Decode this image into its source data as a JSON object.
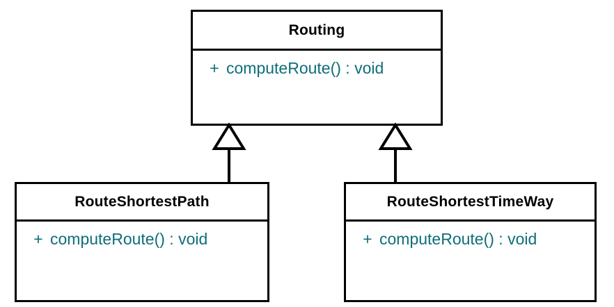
{
  "diagram": {
    "type": "uml-class-diagram",
    "background_color": "#ffffff",
    "border_color": "#000000",
    "member_text_color": "#0e6e78",
    "class_name_color": "#000000",
    "classes": [
      {
        "id": "routing",
        "name": "Routing",
        "role": "parent",
        "members": [
          {
            "visibility": "+",
            "signature": "computeRoute() : void"
          }
        ]
      },
      {
        "id": "routeshortestpath",
        "name": "RouteShortestPath",
        "role": "child",
        "members": [
          {
            "visibility": "+",
            "signature": "computeRoute() : void"
          }
        ]
      },
      {
        "id": "routeshortesttimeway",
        "name": "RouteShortestTimeWay",
        "role": "child",
        "members": [
          {
            "visibility": "+",
            "signature": "computeRoute() : void"
          }
        ]
      }
    ],
    "relationships": [
      {
        "id": "gen-left",
        "kind": "generalization",
        "source": "RouteShortestPath",
        "target": "Routing",
        "arrowhead": "hollow-triangle"
      },
      {
        "id": "gen-right",
        "kind": "generalization",
        "source": "RouteShortestTimeWay",
        "target": "Routing",
        "arrowhead": "hollow-triangle"
      }
    ]
  }
}
